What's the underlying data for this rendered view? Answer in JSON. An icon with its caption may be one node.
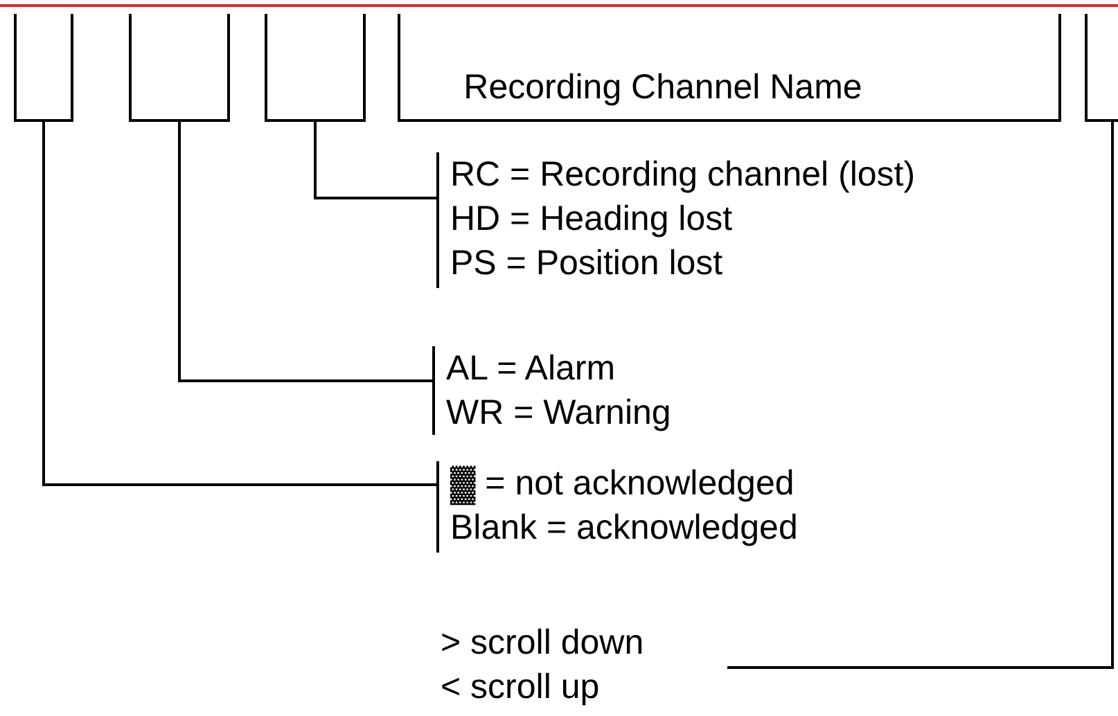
{
  "diagram": {
    "nodes": [
      {
        "text": [],
        "shape": "box"
      },
      {
        "text": [],
        "shape": "box"
      },
      {
        "text": [],
        "shape": "box"
      },
      {
        "text": [
          "Recording Channel Name"
        ]
      },
      {
        "text": [],
        "shape": "box"
      },
      {
        "text": [
          "RC = Recording channel (lost)",
          "HD = Heading lost",
          "PS =  Position lost"
        ]
      },
      {
        "text": [
          "AL = Alarm",
          "WR = Warning"
        ]
      },
      {
        "text": [
          "▓ = not acknowledged",
          "Blank = acknowledged"
        ]
      },
      {
        "text": [
          "> scroll down",
          "< scroll up"
        ]
      }
    ],
    "edges": [
      {
        "from": 2,
        "to": 5,
        "arrow": "none"
      },
      {
        "from": 1,
        "to": 6,
        "arrow": "none"
      },
      {
        "from": 0,
        "to": 7,
        "arrow": "none"
      },
      {
        "from": 4,
        "to": 8,
        "arrow": "none"
      }
    ]
  }
}
